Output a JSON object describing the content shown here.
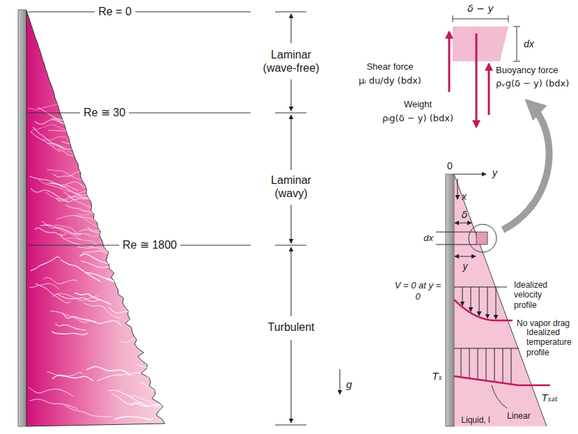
{
  "diagram": {
    "labels": [
      "Re = 0",
      "Laminar (wave-free)",
      "Re ≅ 30",
      "Laminar (wavy)",
      "Re ≅ 1800",
      "Turbulent",
      "δ − y",
      "dx",
      "Shear force",
      "μₗ du/dy (bdx)",
      "Buoyancy force",
      "ρᵥg(δ − y) (bdx)",
      "Weight",
      "ρₗg(δ − y) (bdx)",
      "0",
      "y",
      "x",
      "δ",
      "dx",
      "y",
      "V = 0 at y = 0",
      "Idealized velocity profile",
      "No vapor drag",
      "Idealized temperature profile",
      "Tₛ",
      "Tₛₐₜ",
      "Linear",
      "Liquid, l",
      "g"
    ]
  }
}
